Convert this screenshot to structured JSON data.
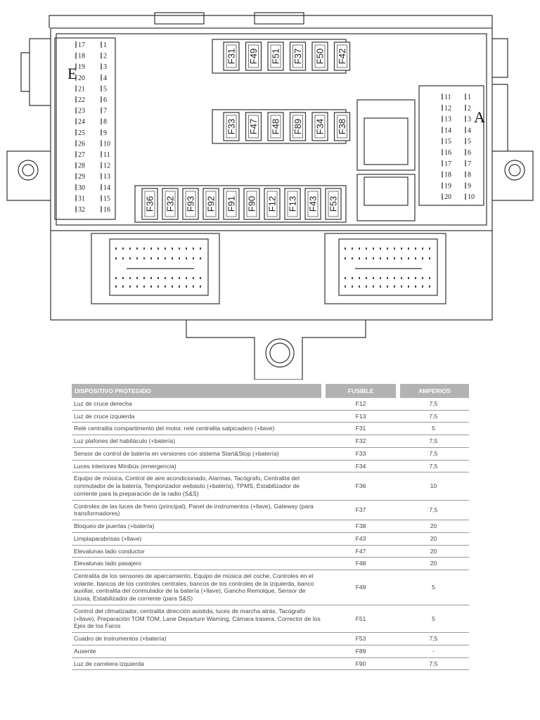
{
  "diagram": {
    "top_fuses": [
      "F31",
      "F49",
      "F51",
      "F37",
      "F50",
      "F42"
    ],
    "mid_fuses": [
      "F33",
      "F47",
      "F48",
      "F89",
      "F34",
      "F38"
    ],
    "bottom_fuses": [
      "F36",
      "F32",
      "F93",
      "F92",
      "F91",
      "F90",
      "F12",
      "F13",
      "F43",
      "F53"
    ],
    "connector_e": {
      "label": "E",
      "left_pins": [
        "17",
        "18",
        "19",
        "20",
        "21",
        "22",
        "23",
        "24",
        "25",
        "26",
        "27",
        "28",
        "29",
        "30",
        "31",
        "32"
      ],
      "right_pins": [
        "1",
        "2",
        "3",
        "4",
        "5",
        "6",
        "7",
        "8",
        "9",
        "10",
        "11",
        "12",
        "13",
        "14",
        "15",
        "16"
      ]
    },
    "connector_a": {
      "label": "A",
      "left_pins": [
        "11",
        "12",
        "13",
        "14",
        "15",
        "16",
        "17",
        "18",
        "19",
        "20"
      ],
      "right_pins": [
        "1",
        "2",
        "3",
        "4",
        "5",
        "6",
        "7",
        "8",
        "9",
        "10"
      ]
    }
  },
  "table": {
    "headers": {
      "device": "DISPOSITIVO PROTEGIDO",
      "fuse": "FUSIBLE",
      "amps": "AMPERIOS"
    },
    "rows": [
      {
        "device": "Luz de cruce derecha",
        "fuse": "F12",
        "amps": "7,5"
      },
      {
        "device": "Luz de cruce izquierda",
        "fuse": "F13",
        "amps": "7,5"
      },
      {
        "device": "Relé centralita compartimento del motor, relé centralita salpicadero (+llave)",
        "fuse": "F31",
        "amps": "5"
      },
      {
        "device": "Luz plafones del habitáculo (+batería)",
        "fuse": "F32",
        "amps": "7,5"
      },
      {
        "device": "Sensor de control de batería en versiones con sistema Start&Stop (+batería)",
        "fuse": "F33",
        "amps": "7,5"
      },
      {
        "device": "Luces interiores Minibús (emergencia)",
        "fuse": "F34",
        "amps": "7,5"
      },
      {
        "device": "Equipo de música, Control de aire acondicionado, Alarmas, Tacógrafo, Centralita del conmutador de la batería, Temporizador webasto (+batería), TPMS, Estabilizador de corriente para la preparación de la radio (S&S)",
        "fuse": "F36",
        "amps": "10"
      },
      {
        "device": "Controles de las luces de freno (principal), Panel de instrumentos (+llave), Gateway (para transformadores)",
        "fuse": "F37",
        "amps": "7,5"
      },
      {
        "device": "Bloqueo de puertas (+batería)",
        "fuse": "F38",
        "amps": "20"
      },
      {
        "device": "Limpiaparabrisas (+llave)",
        "fuse": "F43",
        "amps": "20"
      },
      {
        "device": "Elevalunas lado conductor",
        "fuse": "F47",
        "amps": "20"
      },
      {
        "device": "Elevalunas lado pasajero",
        "fuse": "F48",
        "amps": "20"
      },
      {
        "device": "Centralita de los sensores de aparcamiento, Equipo de música del coche, Controles en el volante, bancos de los controles centrales, bancos de los controles de la izquierda, banco auxiliar, centralita del conmutador de la batería (+llave), Gancho Remolque, Sensor de Lluvia, Estabilizador de corriente (para S&S)",
        "fuse": "F49",
        "amps": "5"
      },
      {
        "device": "Control del climatizador, centralita dirección asistida, luces de marcha atrás, Tacógrafo (+llave), Preparación TOM TOM, Lane Departure Warning, Cámara trasera, Corrector de los Ejes de los Faros",
        "fuse": "F51",
        "amps": "5"
      },
      {
        "device": "Cuadro de instrumentos (+batería)",
        "fuse": "F53",
        "amps": "7,5"
      },
      {
        "device": "Ausente",
        "fuse": "F89",
        "amps": "-"
      },
      {
        "device": "Luz de carretera izquierda",
        "fuse": "F90",
        "amps": "7,5"
      }
    ]
  }
}
